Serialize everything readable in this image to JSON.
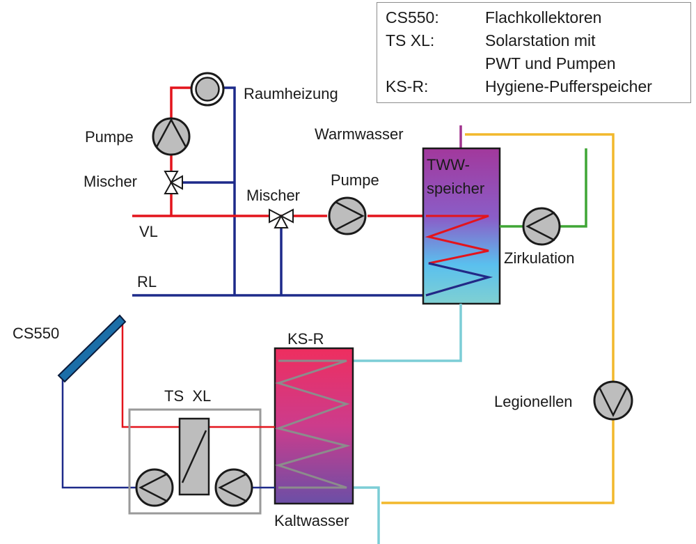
{
  "legend": [
    {
      "key": "CS550:",
      "value": "Flachkollektoren"
    },
    {
      "key": "TS XL:",
      "value": "Solarstation mit"
    },
    {
      "key": "",
      "value": "PWT und Pumpen"
    },
    {
      "key": "KS-R:",
      "value": "Hygiene-Pufferspeicher"
    }
  ],
  "labels": {
    "raumheizung": "Raumheizung",
    "pumpe_heating": "Pumpe",
    "mischer_heating": "Mischer",
    "vl": "VL",
    "rl": "RL",
    "mischer_main": "Mischer",
    "pumpe_main": "Pumpe",
    "warmwasser": "Warmwasser",
    "tww_line1": "TWW-",
    "tww_line2": "speicher",
    "zirkulation": "Zirkulation",
    "cs550": "CS550",
    "ksr": "KS-R",
    "tsxl": "TS  XL",
    "legionellen": "Legionellen",
    "kaltwasser": "Kaltwasser"
  },
  "colors": {
    "supply_red": "#e3141c",
    "return_blue": "#1d2a8a",
    "hot_water_purple": "#a0338e",
    "circulation_green": "#3fa535",
    "legionella_yellow": "#f2b82c",
    "cold_water_cyan": "#7ccdd6",
    "coil_gray": "#8c8c8c",
    "pump_fill": "#bdbdbd"
  }
}
